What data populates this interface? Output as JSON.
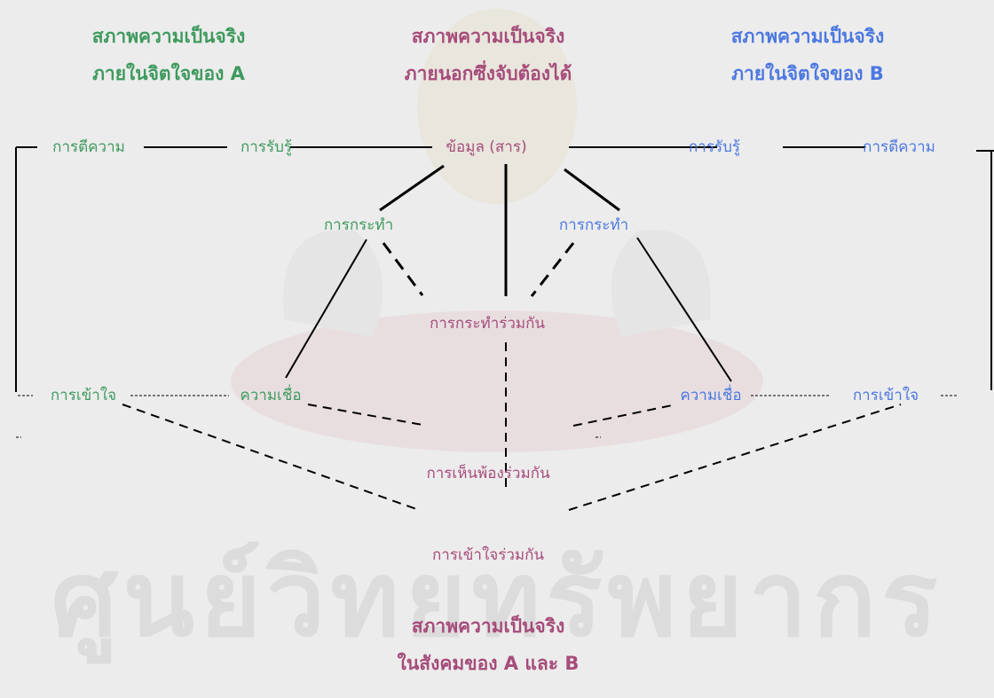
{
  "colors": {
    "a": "#3f9a5e",
    "shared": "#a64c7a",
    "b": "#4c78e0",
    "lines": "#000000"
  },
  "watermark": {
    "text": "ศูนย์วิทยทรัพยากร"
  },
  "headings": {
    "a": {
      "line1": "สภาพความเป็นจริง",
      "line2": "ภายในจิตใจของ A"
    },
    "center": {
      "line1": "สภาพความเป็นจริง",
      "line2": "ภายนอกซึ่งจับต้องได้"
    },
    "b": {
      "line1": "สภาพความเป็นจริง",
      "line2": "ภายในจิตใจของ B"
    },
    "bottom": {
      "line1": "สภาพความเป็นจริง",
      "line2": "ในสังคมของ A และ B"
    }
  },
  "nodes": {
    "a_interpret": "การตีความ",
    "a_perceive": "การรับรู้",
    "data": "ข้อมูล (สาร)",
    "b_perceive": "การรับรู้",
    "b_interpret": "การตีความ",
    "a_action": "การกระทำ",
    "b_action": "การกระทำ",
    "joint_action": "การกระทำร่วมกัน",
    "a_understand": "การเข้าใจ",
    "a_belief": "ความเชื่อ",
    "b_belief": "ความเชื่อ",
    "b_understand": "การเข้าใจ",
    "agreement": "การเห็นพ้องร่วมกัน",
    "mutual_understanding": "การเข้าใจร่วมกัน"
  }
}
